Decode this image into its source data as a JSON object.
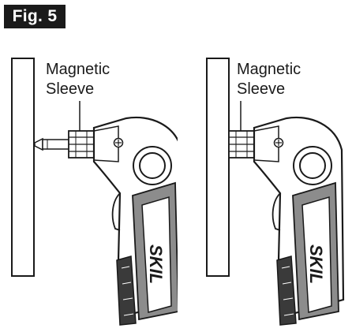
{
  "figure": {
    "label": "Fig. 5"
  },
  "panels": [
    {
      "id": "left",
      "callout_line1": "Magnetic",
      "callout_line2": "Sleeve",
      "brand": "SKIL",
      "has_bit": true
    },
    {
      "id": "right",
      "callout_line1": "Magnetic",
      "callout_line2": "Sleeve",
      "brand": "SKIL",
      "has_bit": false
    }
  ],
  "colors": {
    "ink": "#1a1a1a",
    "panel_gray": "#8c8c8c",
    "grip_dark": "#3a3a3a"
  }
}
